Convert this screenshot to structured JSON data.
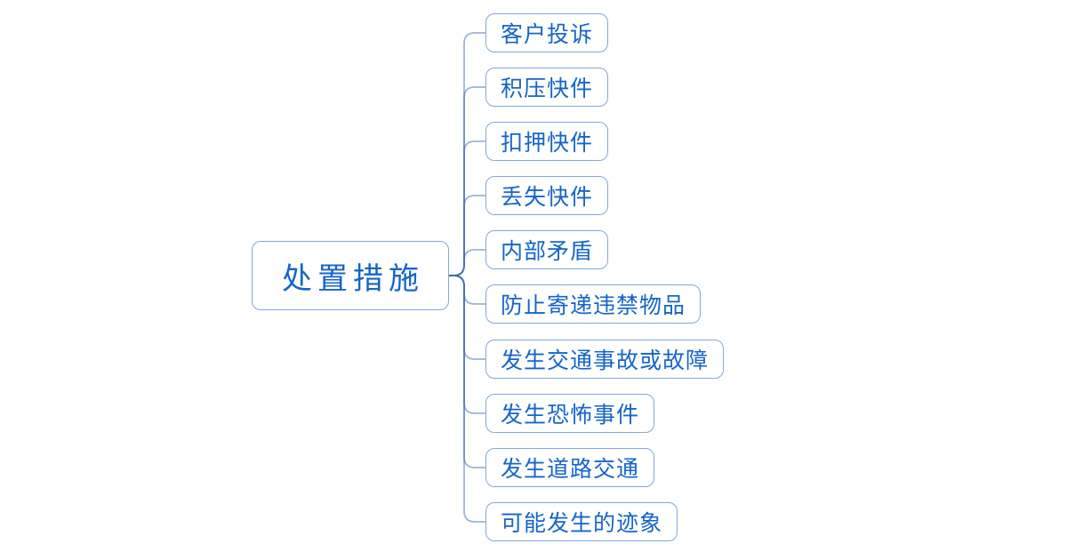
{
  "root": {
    "label": "处置措施"
  },
  "children": [
    "客户投诉",
    "积压快件",
    "扣押快件",
    "丢失快件",
    "内部矛盾",
    "防止寄递违禁物品",
    "发生交通事故或故障",
    "发生恐怖事件",
    "发生道路交通",
    "可能发生的迹象"
  ],
  "colors": {
    "text": "#1565CB",
    "node_border": "#84A8D9",
    "branch_line": "rgba(61,105,180,0.5)"
  }
}
